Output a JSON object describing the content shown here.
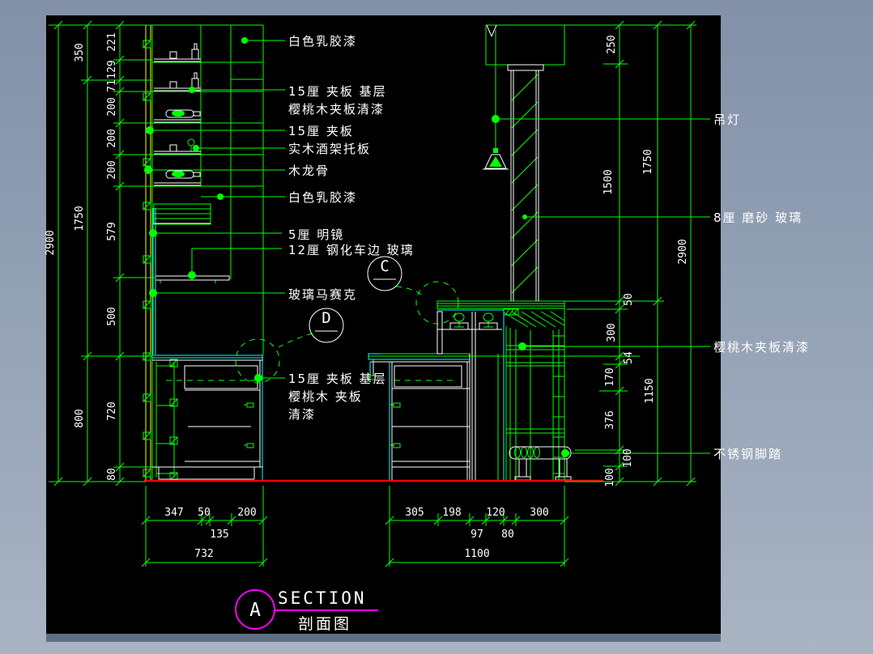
{
  "colors": {
    "line_green": "#00ff00",
    "detail_white": "#ffffff",
    "glass_cyan": "#00ffff",
    "wall_yellow": "#ffff00",
    "floor_red": "#ff0000",
    "callout_magenta": "#ff00ff",
    "canvas_black": "#000000",
    "frame_gray": "#93a1b5"
  },
  "labels": {
    "l1": "白色乳胶漆",
    "l2a": "15厘 夹板 基层",
    "l2b": "樱桃木夹板清漆",
    "l3": "15厘 夹板",
    "l4": "实木酒架托板",
    "l5": "木龙骨",
    "l6": "白色乳胶漆",
    "l7": "5厘 明镜",
    "l8": "12厘 钢化车边 玻璃",
    "l9": "玻璃马赛克",
    "l10a": "15厘 夹板 基层",
    "l10b": "樱桃木 夹板",
    "l10c": "清漆",
    "r1": "吊灯",
    "r2": "8厘 磨砂 玻璃",
    "r3": "樱桃木夹板清漆",
    "r4": "不锈钢脚踏"
  },
  "dims": {
    "lv_outer": "2900",
    "lv_mid": [
      "350",
      "1750",
      "800"
    ],
    "lv_inner": [
      "221",
      "129",
      "71",
      "200",
      "200",
      "200",
      "579",
      "500",
      "720",
      "80"
    ],
    "rv_inner": [
      "250",
      "1500",
      "50",
      "300",
      "54",
      "170",
      "376",
      "100",
      "100"
    ],
    "rv_mid": [
      "1750",
      "1150"
    ],
    "rv_outer": "2900",
    "bl_row1": [
      "347",
      "50",
      "200"
    ],
    "bl_135": "135",
    "bl_total": "732",
    "br_row1": [
      "305",
      "198",
      "120",
      "300"
    ],
    "br_97": "97",
    "br_80": "80",
    "br_total": "1100"
  },
  "callouts": {
    "c": "C",
    "d": "D",
    "section_letter": "A",
    "section_en": "SECTION",
    "section_zh": "剖面图"
  }
}
